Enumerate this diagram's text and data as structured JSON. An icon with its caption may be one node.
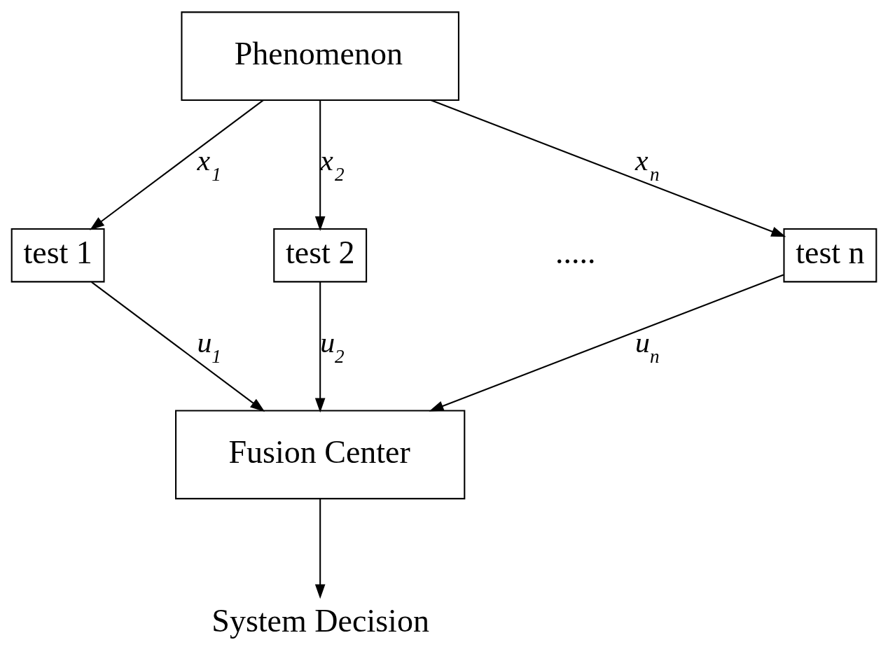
{
  "diagram": {
    "nodes": [
      {
        "text": [
          "Phenomenon"
        ]
      },
      {
        "text": [
          "test 1"
        ]
      },
      {
        "text": [
          "test 2"
        ]
      },
      {
        "text": [
          "test n"
        ]
      },
      {
        "text": [
          "Fusion Center"
        ]
      },
      {
        "text": [
          "System Decision"
        ]
      }
    ],
    "edges": [
      {
        "from": 0,
        "to": 1,
        "arrow": "to",
        "label": "x$_{1}$"
      },
      {
        "from": 0,
        "to": 2,
        "arrow": "to",
        "label": "x$_{2}$"
      },
      {
        "from": 0,
        "to": 3,
        "arrow": "to",
        "label": "x$_{n}$"
      },
      {
        "from": 1,
        "to": 4,
        "arrow": "to",
        "label": "u$_{1}$"
      },
      {
        "from": 2,
        "to": 4,
        "arrow": "to",
        "label": "u$_{2}$"
      },
      {
        "from": 3,
        "to": 4,
        "arrow": "to",
        "label": "u$_{n}$"
      },
      {
        "from": 4,
        "to": 5,
        "arrow": "to"
      }
    ],
    "labels": [
      "....."
    ]
  }
}
